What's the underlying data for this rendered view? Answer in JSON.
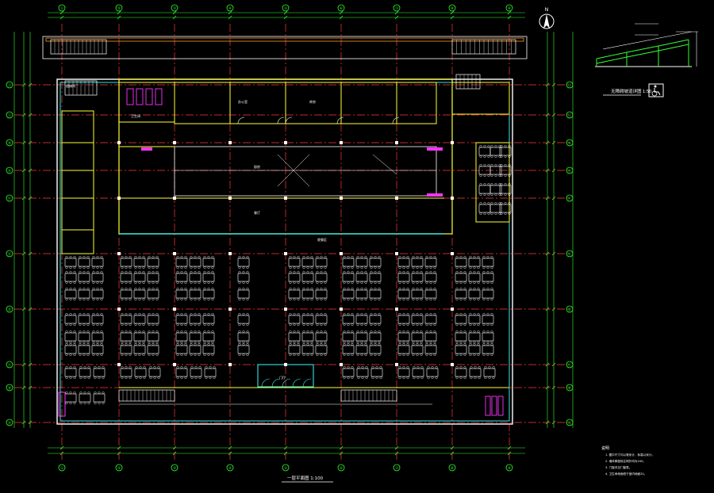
{
  "drawing": {
    "axis_cols": [
      "①",
      "②",
      "③",
      "④",
      "⑤",
      "⑥",
      "⑦",
      "⑧",
      "⑨"
    ],
    "axis_rows": [
      "Ⓐ",
      "Ⓑ",
      "Ⓒ",
      "Ⓓ",
      "Ⓔ",
      "Ⓕ",
      "Ⓖ",
      "Ⓗ",
      "Ⓘ",
      "Ⓙ"
    ],
    "north_symbol": "N",
    "title": "一层平面图 1:100",
    "detail_title": "无障碍坡道详图",
    "detail_scale": "1:50",
    "notes_heading": "说明",
    "notes": [
      "1. 图中尺寸均以毫米计，标高以米计。",
      "2. 墙体厚度除注明外均为240。",
      "3. 门窗详见门窗表。",
      "4. 卫生间地面低于室内地面20。"
    ],
    "rooms": {
      "kitchen": "厨房",
      "hall": "餐厅",
      "dining": "就餐区",
      "office": "办公室",
      "storage": "库房",
      "wc": "卫生间",
      "stair": "楼梯间",
      "entrance": "门厅"
    },
    "colors": {
      "axis": "#ff3b3b",
      "wall": "#ffff33",
      "green": "#33ff33",
      "cyan": "#33ffff",
      "white": "#ffffff",
      "magenta": "#ff33ff",
      "orange": "#ff9933"
    }
  }
}
